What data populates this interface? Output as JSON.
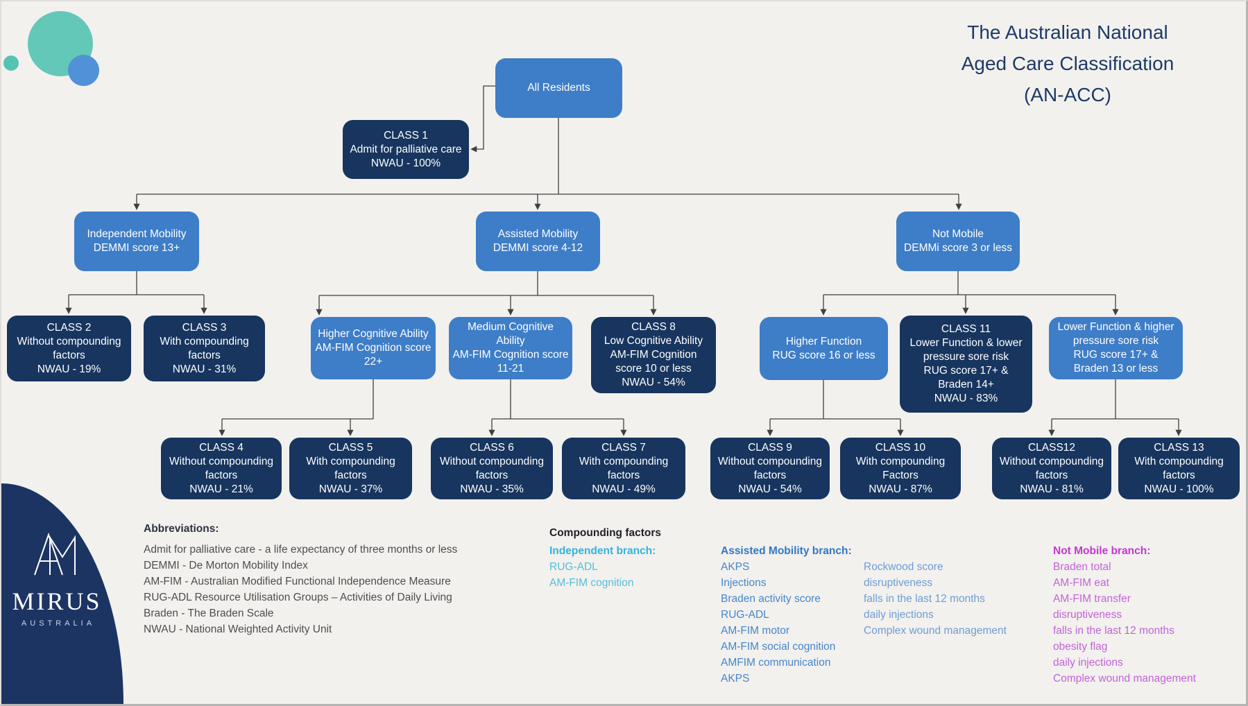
{
  "title": "The Australian National\nAged Care Classification\n(AN-ACC)",
  "nodes": {
    "all_residents": "All Residents",
    "class1": "CLASS 1\nAdmit for palliative care\nNWAU - 100%",
    "independent": "Independent Mobility\nDEMMI score 13+",
    "assisted": "Assisted Mobility\nDEMMI score 4-12",
    "not_mobile": "Not Mobile\nDEMMi score 3 or less",
    "class2": "CLASS 2\nWithout compounding\nfactors\nNWAU - 19%",
    "class3": "CLASS 3\nWith compounding\nfactors\nNWAU - 31%",
    "higher_cog": "Higher Cognitive Ability\nAM-FIM Cognition score\n22+",
    "medium_cog": "Medium Cognitive\nAbility\nAM-FIM Cognition score\n11-21",
    "class8": "CLASS 8\nLow Cognitive Ability\nAM-FIM Cognition\nscore 10 or less\nNWAU - 54%",
    "higher_fn": "Higher Function\nRUG score 16 or less",
    "class11": "CLASS 11\nLower Function & lower\npressure sore risk\nRUG score 17+ &\nBraden 14+\nNWAU - 83%",
    "lower_fn": "Lower Function & higher\npressure sore risk\nRUG score 17+ &\nBraden 13 or less",
    "class4": "CLASS 4\nWithout compounding\nfactors\nNWAU - 21%",
    "class5": "CLASS 5\nWith compounding\nfactors\nNWAU - 37%",
    "class6": "CLASS 6\nWithout compounding\nfactors\nNWAU - 35%",
    "class7": "CLASS 7\nWith compounding\nfactors\nNWAU - 49%",
    "class9": "CLASS 9\nWithout compounding\nfactors\nNWAU - 54%",
    "class10": "CLASS 10\nWith compounding\nFactors\nNWAU - 87%",
    "class12": "CLASS12\nWithout compounding\nfactors\nNWAU - 81%",
    "class13": "CLASS 13\nWith compounding\nfactors\nNWAU - 100%"
  },
  "abbreviations": {
    "heading": "Abbreviations:",
    "lines": [
      "Admit for palliative care - a life expectancy of three months or less",
      "DEMMI - De Morton Mobility Index",
      "AM-FIM - Australian Modified Functional Independence Measure",
      "RUG-ADL Resource Utilisation Groups – Activities of Daily Living",
      "Braden - The Braden Scale",
      "NWAU - National Weighted Activity Unit"
    ]
  },
  "compounding": {
    "heading": "Compounding factors",
    "independent": {
      "heading": "Independent branch:",
      "items": [
        "RUG-ADL",
        "AM-FIM cognition"
      ]
    },
    "assisted": {
      "heading": "Assisted Mobility branch:",
      "col1": [
        "AKPS",
        "Injections",
        "Braden activity score",
        "RUG-ADL",
        "AM-FIM motor",
        "AM-FIM social cognition",
        "AMFIM communication",
        "AKPS"
      ],
      "col2": [
        "Rockwood score",
        "disruptiveness",
        "falls in the last 12 months",
        "daily injections",
        "Complex wound management"
      ]
    },
    "not_mobile": {
      "heading": "Not Mobile branch:",
      "items": [
        "Braden total",
        "AM-FIM eat",
        "AM-FIM transfer",
        "disruptiveness",
        "falls in the last 12 months",
        "obesity flag",
        "daily injections",
        "Complex wound management"
      ]
    }
  },
  "logo": {
    "name": "MIRUS",
    "country": "AUSTRALIA"
  },
  "colors": {
    "node_light_blue": "#3e7dc7",
    "node_dark_navy": "#17355e",
    "title_text": "#1e3a68",
    "accent_teal": "#63c8b7",
    "accent_blue": "#5191d8",
    "independent_branch": "#36b2d8",
    "assisted_branch": "#3377c4",
    "not_mobile_branch": "#c437d2",
    "background": "#f2f1ee"
  }
}
